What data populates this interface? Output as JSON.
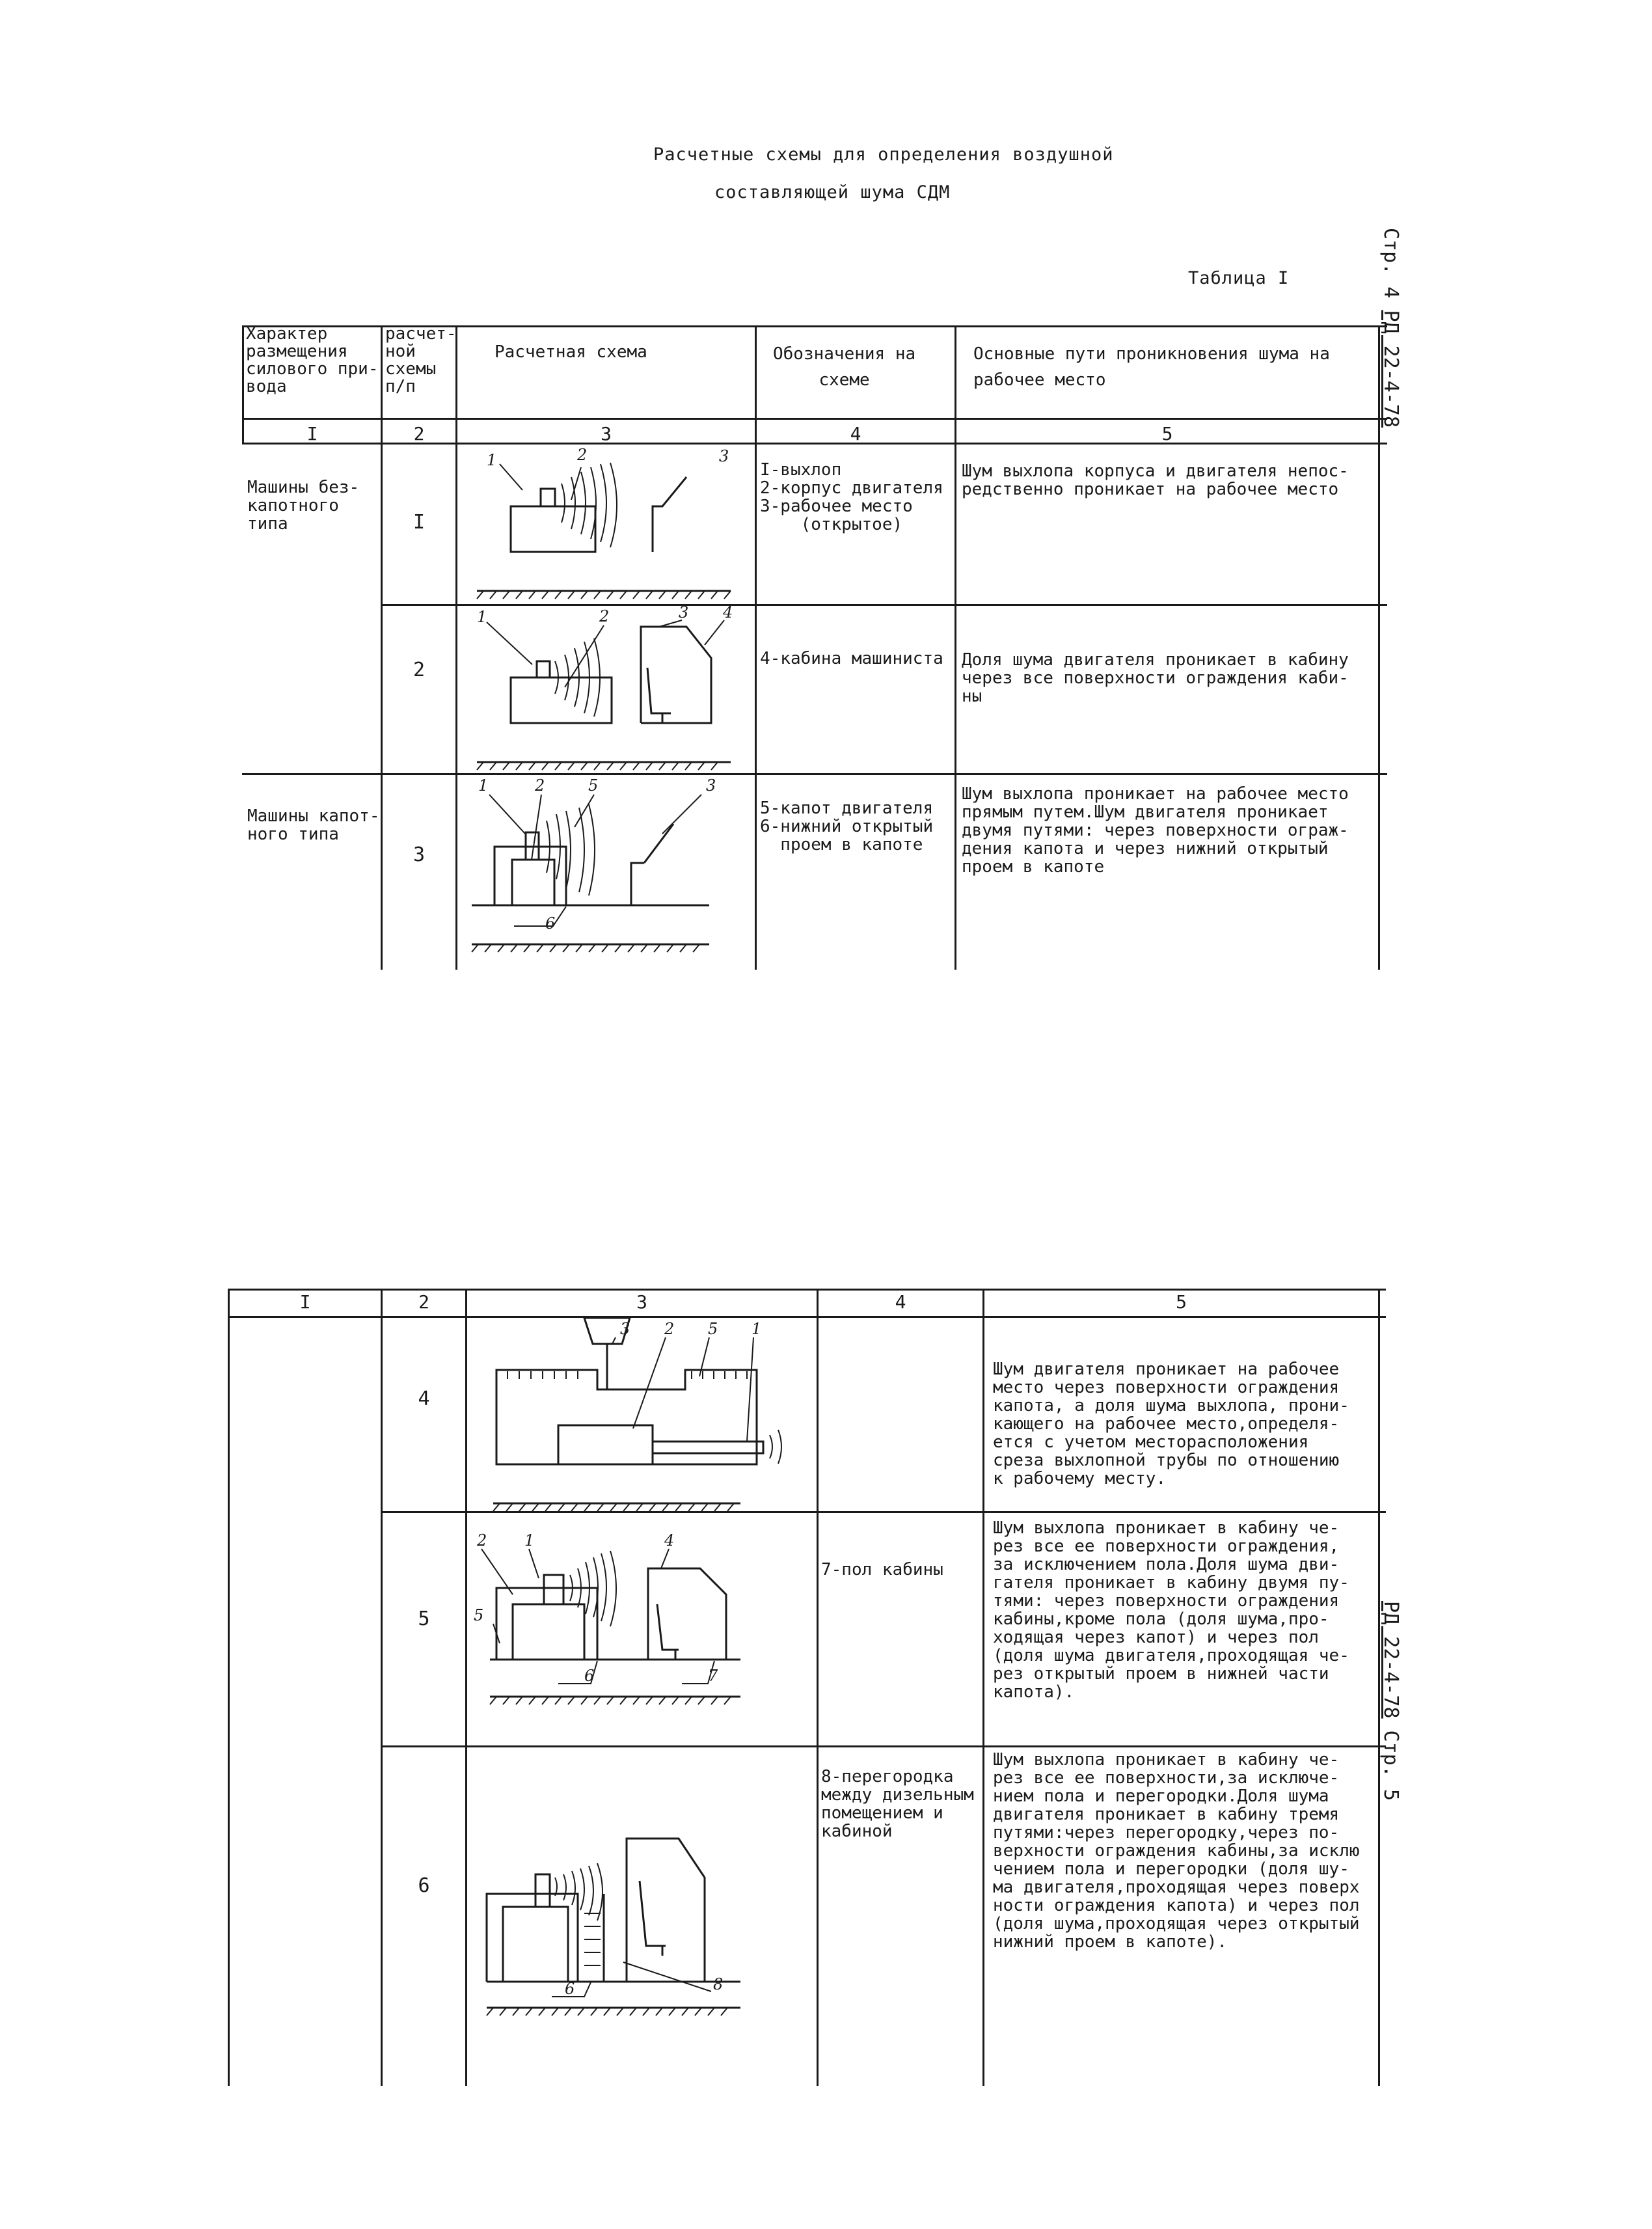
{
  "header": {
    "title_line1": "Расчетные схемы для определения воздушной",
    "title_line2": "составляющей шума СДМ",
    "table_label": "Таблица I",
    "side_ref_top_prefix": "Стр. 4 ",
    "side_ref_top_code": "РД 22-4-78",
    "side_ref_bottom_code": "РД 22-4-78",
    "side_ref_bottom_suffix": " Стр. 5"
  },
  "table": {
    "headers": [
      "Характер\nразмещения\nсилового при-\nвода",
      "расчет-\nной\nсхемы\nп/п",
      "Расчетная схема",
      "Обозначения на\nсхеме",
      "Основные пути проникновения шума на\nрабочее место"
    ],
    "column_numbers": [
      "I",
      "2",
      "3",
      "4",
      "5"
    ],
    "rows": [
      {
        "group": "Машины без-\nкапотного\nтипа",
        "num": "I",
        "labels": "I-выхлоп\n2-корпус двигателя\n3-рабочее место\n    (открытое)",
        "paths": "Шум выхлопа корпуса и двигателя непос-\nредственно проникает на рабочее место",
        "scheme_marks": [
          "1",
          "2",
          "3"
        ]
      },
      {
        "group": "",
        "num": "2",
        "labels": "4-кабина машиниста",
        "paths": "Доля шума двигателя проникает в кабину\nчерез все поверхности ограждения каби-\nны",
        "scheme_marks": [
          "1",
          "2",
          "3",
          "4"
        ]
      },
      {
        "group": "Машины капот-\nного типа",
        "num": "3",
        "labels": "5-капот двигателя\n6-нижний открытый\n  проем в капоте",
        "paths": "Шум выхлопа проникает на рабочее место\nпрямым путем.Шум двигателя проникает\nдвумя путями: через поверхности ограж-\nдения капота и через нижний открытый\nпроем в капоте",
        "scheme_marks": [
          "1",
          "2",
          "5",
          "3",
          "6"
        ]
      },
      {
        "group": "",
        "num": "4",
        "labels": "",
        "paths": "Шум двигателя проникает на рабочее\nместо через поверхности ограждения\nкапота, а доля шума выхлопа, прони-\nкающего на рабочее место,определя-\nется с учетом месторасположения\nсреза выхлопной трубы по отношению\nк рабочему месту.",
        "scheme_marks": [
          "3",
          "2",
          "5",
          "1"
        ]
      },
      {
        "group": "",
        "num": "5",
        "labels": "7-пол кабины",
        "paths": "Шум выхлопа проникает в кабину че-\nрез все ее поверхности ограждения,\nза исключением пола.Доля шума дви-\nгателя проникает в кабину двумя пу-\nтями: через поверхности ограждения\nкабины,кроме пола (доля шума,про-\nходящая через капот) и через пол\n(доля шума двигателя,проходящая че-\nрез открытый проем в нижней части\nкапота).",
        "scheme_marks": [
          "2",
          "1",
          "4",
          "5",
          "6",
          "7"
        ]
      },
      {
        "group": "",
        "num": "6",
        "labels": "8-перегородка\nмежду дизельным\nпомещением и\nкабиной",
        "paths": "Шум выхлопа проникает в кабину че-\nрез все ее поверхности,за исключе-\nнием пола и перегородки.Доля шума\nдвигателя проникает в кабину тремя\nпутями:через перегородку,через по-\nверхности ограждения кабины,за исклю\nчением пола и перегородки (доля шу-\nма двигателя,проходящая через поверх\nности ограждения капота) и через пол\n(доля шума,проходящая через открытый\nнижний проем в капоте).",
        "scheme_marks": [
          "6",
          "8"
        ]
      }
    ]
  }
}
